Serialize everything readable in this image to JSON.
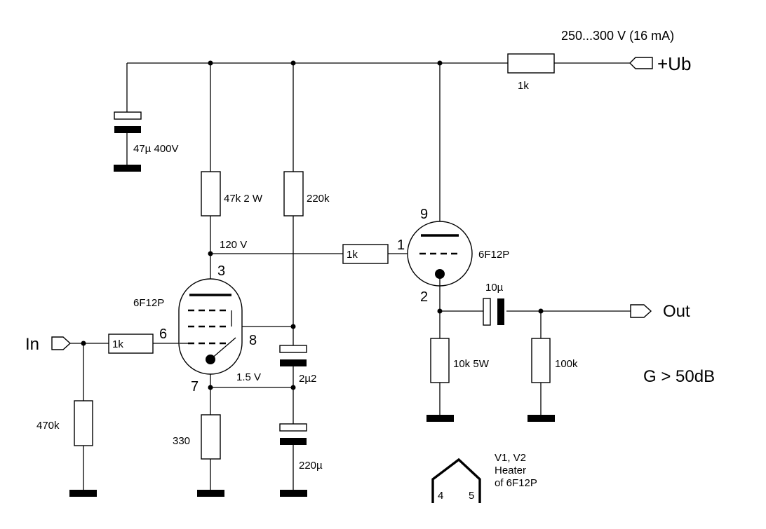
{
  "supply": {
    "label": "+Ub",
    "spec": "250...300 V  (16 mA)"
  },
  "components": {
    "r_supply": "1k",
    "c_supply": "47µ  400V",
    "r_plate1": "47k 2 W",
    "r_screen": "220k",
    "r_grid2": "1k",
    "r_grid1": "1k",
    "r_input": "470k",
    "r_cathode": "330",
    "c_screen": "2µ2",
    "c_cathode": "220µ",
    "r_cathode2": "10k 5W",
    "c_out": "10µ",
    "r_out": "100k"
  },
  "tubes": {
    "v1": "6F12P",
    "v2": "6F12P"
  },
  "pins": {
    "v1_anode": "3",
    "v1_grid": "6",
    "v1_screen": "8",
    "v1_cathode": "7",
    "v2_anode": "9",
    "v2_grid": "1",
    "v2_cathode": "2",
    "heater_a": "4",
    "heater_b": "5"
  },
  "voltages": {
    "plate1": "120 V",
    "cathode1": "1.5 V"
  },
  "ports": {
    "input": "In",
    "output": "Out"
  },
  "gain": "G > 50dB",
  "heater_note": {
    "line1": "V1, V2",
    "line2": "Heater",
    "line3": "of 6F12P"
  }
}
